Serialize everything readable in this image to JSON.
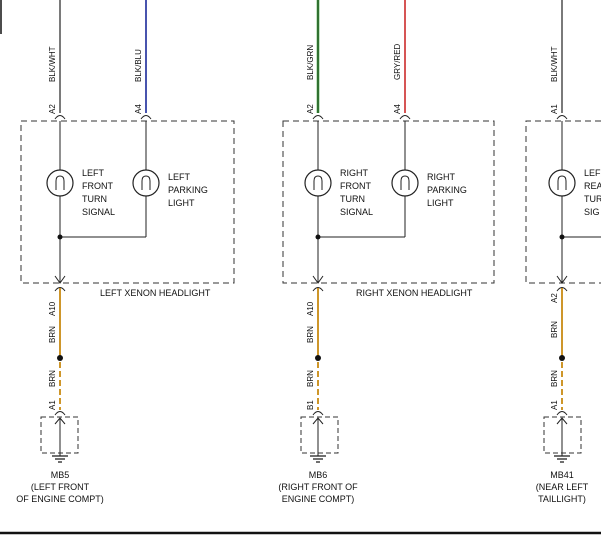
{
  "colors": {
    "wire_black": "#222222",
    "wire_blue": "#1a2a9a",
    "wire_green": "#3aa63a",
    "wire_red": "#cc2a2a",
    "wire_brown": "#c98a12",
    "box_dash": "#333333"
  },
  "sections": [
    {
      "top_wires": [
        {
          "color_label": "BLK/WHT",
          "pin": "A2"
        },
        {
          "color_label": "BLK/BLU",
          "pin": "A4"
        }
      ],
      "bulbs": [
        {
          "label": [
            "LEFT",
            "FRONT",
            "TURN",
            "SIGNAL"
          ]
        },
        {
          "label": [
            "LEFT",
            "PARKING",
            "LIGHT"
          ]
        }
      ],
      "component": "LEFT XENON HEADLIGHT",
      "out_pin": "A10",
      "wire1": "BRN",
      "wire2": "BRN",
      "ground_pin": "A1",
      "ground_name": "MB5",
      "ground_desc": [
        "(LEFT FRONT",
        "OF ENGINE COMPT)"
      ]
    },
    {
      "top_wires": [
        {
          "color_label": "BLK/GRN",
          "pin": "A2"
        },
        {
          "color_label": "GRY/RED",
          "pin": "A4"
        }
      ],
      "bulbs": [
        {
          "label": [
            "RIGHT",
            "FRONT",
            "TURN",
            "SIGNAL"
          ]
        },
        {
          "label": [
            "RIGHT",
            "PARKING",
            "LIGHT"
          ]
        }
      ],
      "component": "RIGHT XENON HEADLIGHT",
      "out_pin": "A10",
      "wire1": "BRN",
      "wire2": "BRN",
      "ground_pin": "B1",
      "ground_name": "MB6",
      "ground_desc": [
        "(RIGHT FRONT OF",
        "ENGINE COMPT)"
      ]
    },
    {
      "top_wires": [
        {
          "color_label": "BLK/WHT",
          "pin": "A1"
        }
      ],
      "bulbs": [
        {
          "label": [
            "LEF",
            "REA",
            "TUR",
            "SIG"
          ]
        }
      ],
      "component": "",
      "out_pin": "A2",
      "wire1": "BRN",
      "wire2": "BRN",
      "ground_pin": "A1",
      "ground_name": "MB41",
      "ground_desc": [
        "(NEAR LEFT",
        "TAILLIGHT)"
      ]
    }
  ]
}
